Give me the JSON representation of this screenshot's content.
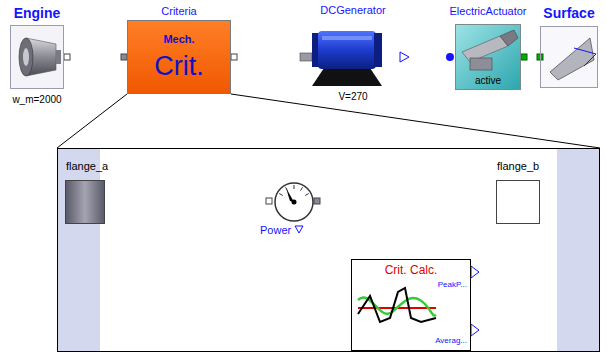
{
  "diagram": {
    "nodes": [
      {
        "text": [
          "Engine",
          "w_m=2000"
        ]
      },
      {
        "text": [
          "Criteria",
          "Mech.",
          "Crit."
        ]
      },
      {
        "text": [
          "DCGenerator",
          "V=270"
        ]
      },
      {
        "text": [
          "ElectricActuator",
          "active"
        ]
      },
      {
        "text": [
          "Surface"
        ]
      },
      {
        "text": []
      },
      {
        "text": [
          "flange_a"
        ],
        "in": 5
      },
      {
        "text": [
          "Power"
        ],
        "in": 5
      },
      {
        "text": [
          "flange_b"
        ],
        "in": 5
      },
      {
        "text": [
          "Crit. Calc.",
          "PeakP...",
          "Averag..."
        ],
        "in": 5
      }
    ],
    "edges": [
      {
        "from": 0,
        "to": 1,
        "arrow": "none"
      },
      {
        "from": 1,
        "to": 2,
        "arrow": "none"
      },
      {
        "from": 2,
        "to": 3,
        "arrow": "none"
      },
      {
        "from": 3,
        "to": 4,
        "arrow": "none"
      },
      {
        "from": 6,
        "to": 7,
        "arrow": "none"
      },
      {
        "from": 7,
        "to": 8,
        "arrow": "none"
      },
      {
        "from": 7,
        "to": 9,
        "arrow": "to"
      }
    ]
  }
}
